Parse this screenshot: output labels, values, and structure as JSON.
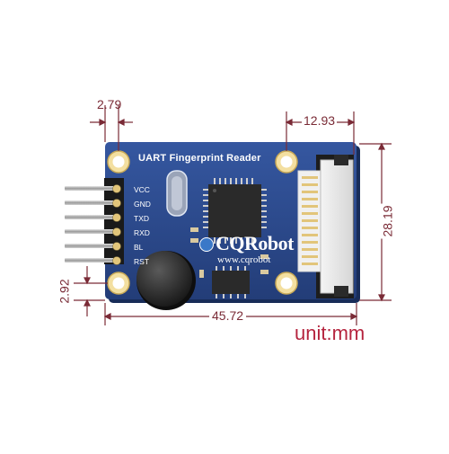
{
  "board": {
    "title": "UART Fingerprint Reader",
    "pins": [
      "VCC",
      "GND",
      "TXD",
      "RXD",
      "BL",
      "RST"
    ]
  },
  "dimensions": {
    "hole_inset_x": "2.79",
    "connector_width": "12.93",
    "board_height": "28.19",
    "hole_inset_y": "2.92",
    "board_width": "45.72"
  },
  "unit_label": "unit:mm",
  "watermark": {
    "brand": "CQRobot",
    "url": "www.cqrobot"
  },
  "colors": {
    "pcb": "#2c4a8c",
    "dimension": "#7a2b36",
    "unit": "#b5243e",
    "pad": "#e2c57a"
  }
}
